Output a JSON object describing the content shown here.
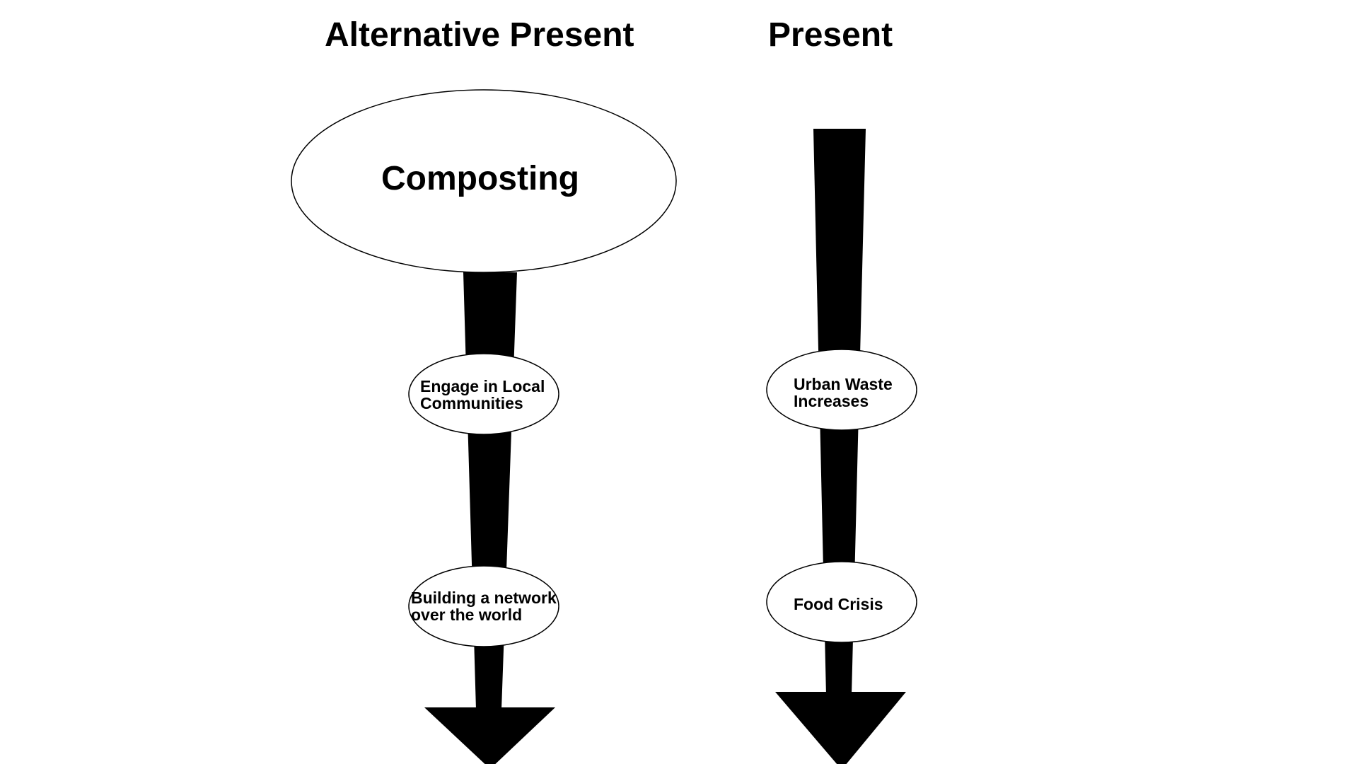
{
  "headings": {
    "left": "Alternative Present",
    "right": "Present"
  },
  "left_path": {
    "top_node": "Composting",
    "step1_line1": "Engage in Local",
    "step1_line2": "Communities",
    "step2_line1": "Building a network",
    "step2_line2": "over the world"
  },
  "right_path": {
    "step1_line1": "Urban Waste",
    "step1_line2": "Increases",
    "step2": "Food Crisis"
  },
  "colors": {
    "arrow": "#000000",
    "node_fill": "#ffffff",
    "node_stroke": "#000000"
  }
}
